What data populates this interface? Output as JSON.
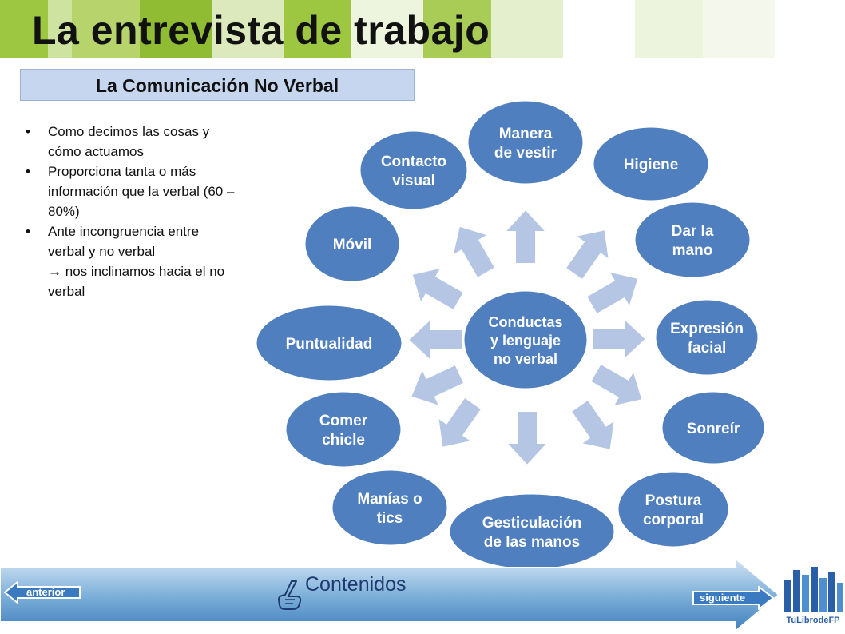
{
  "page": {
    "title": "La entrevista de trabajo",
    "subtitle": "La Comunicación No Verbal"
  },
  "bullets": [
    "Como decimos las cosas y cómo actuamos",
    "Proporciona tanta o más información que la verbal (60 – 80%)",
    "Ante incongruencia entre verbal y no verbal  nos inclinamos hacia el no verbal"
  ],
  "bullet_arrow": "→",
  "bullet_marker": "•",
  "diagram": {
    "center": [
      "Conductas",
      "y lenguaje",
      "no verbal"
    ],
    "nodes": [
      [
        "Manera",
        "de vestir"
      ],
      [
        "Higiene"
      ],
      [
        "Dar la",
        "mano"
      ],
      [
        "Expresión",
        "facial"
      ],
      [
        "Sonreír"
      ],
      [
        "Postura",
        "corporal"
      ],
      [
        "Gesticulación",
        "de las manos"
      ],
      [
        "Manías o",
        "tics"
      ],
      [
        "Comer",
        "chicle"
      ],
      [
        "Puntualidad"
      ],
      [
        "Móvil"
      ],
      [
        "Contacto",
        "visual"
      ]
    ],
    "colors": {
      "node": "#4f7fbe",
      "node_stroke": "#ffffff",
      "arrow": "#b4c6e4",
      "arrow_stroke": "#ffffff"
    }
  },
  "nav": {
    "previous_label": "anterior",
    "next_label": "siguiente",
    "contents_label": "Contenidos",
    "hand_icon": "hand-pointer-icon",
    "logo_text": "TuLibrodeFP"
  }
}
